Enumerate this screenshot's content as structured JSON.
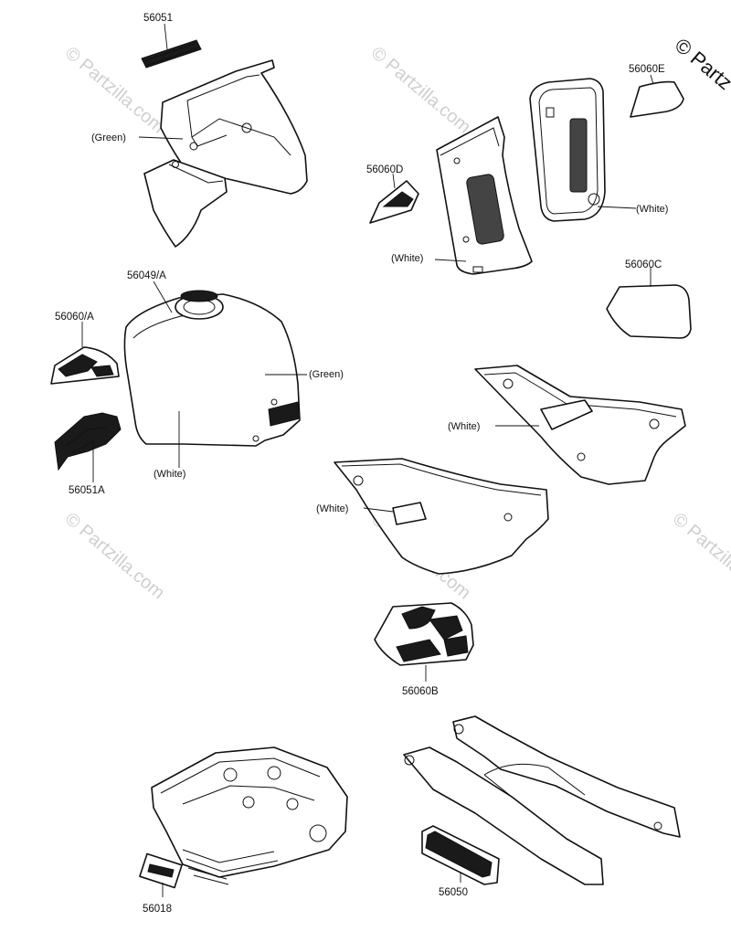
{
  "watermark": {
    "text": "© Partzilla.com",
    "corner_text": "© Partz"
  },
  "parts": {
    "p56051": "56051",
    "p56060e": "56060E",
    "p56060d": "56060D",
    "p56060c": "56060C",
    "p56049a": "56049/A",
    "p56060a": "56060/A",
    "p56051a": "56051A",
    "p56060b": "56060B",
    "p56018": "56018",
    "p56050": "56050"
  },
  "colors": {
    "green": "(Green)",
    "white": "(White)"
  }
}
